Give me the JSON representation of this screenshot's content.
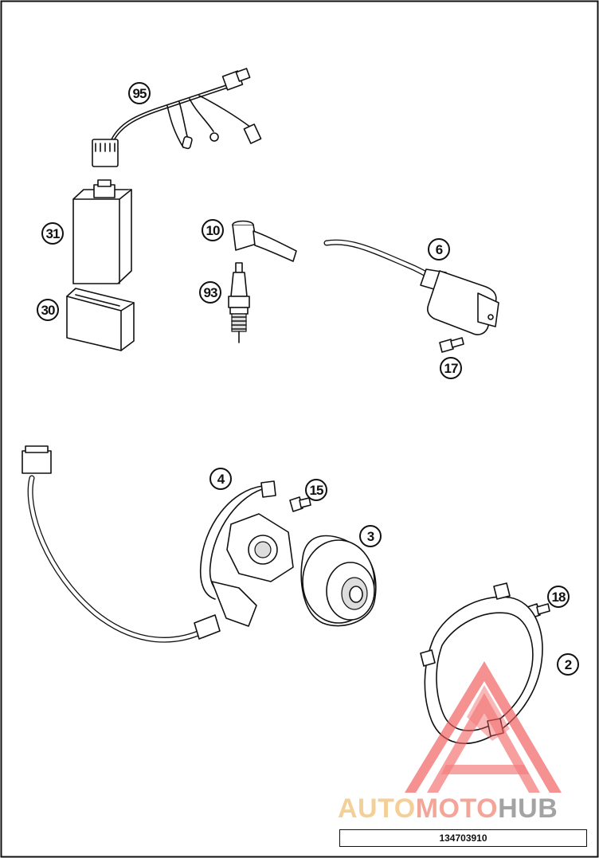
{
  "callouts": {
    "c95": "95",
    "c31": "31",
    "c30": "30",
    "c10": "10",
    "c93": "93",
    "c6": "6",
    "c17": "17",
    "c4": "4",
    "c15": "15",
    "c3": "3",
    "c18": "18",
    "c2": "2"
  },
  "watermark": {
    "part1": "AUTO",
    "part2": "MOTO",
    "part3": "HUB",
    "color_auto": "#f2c27a",
    "color_moto": "#f08c7c",
    "color_hub": "#8a8a8a",
    "triangle_color": "#f05a5a"
  },
  "reference_number": "134703910"
}
